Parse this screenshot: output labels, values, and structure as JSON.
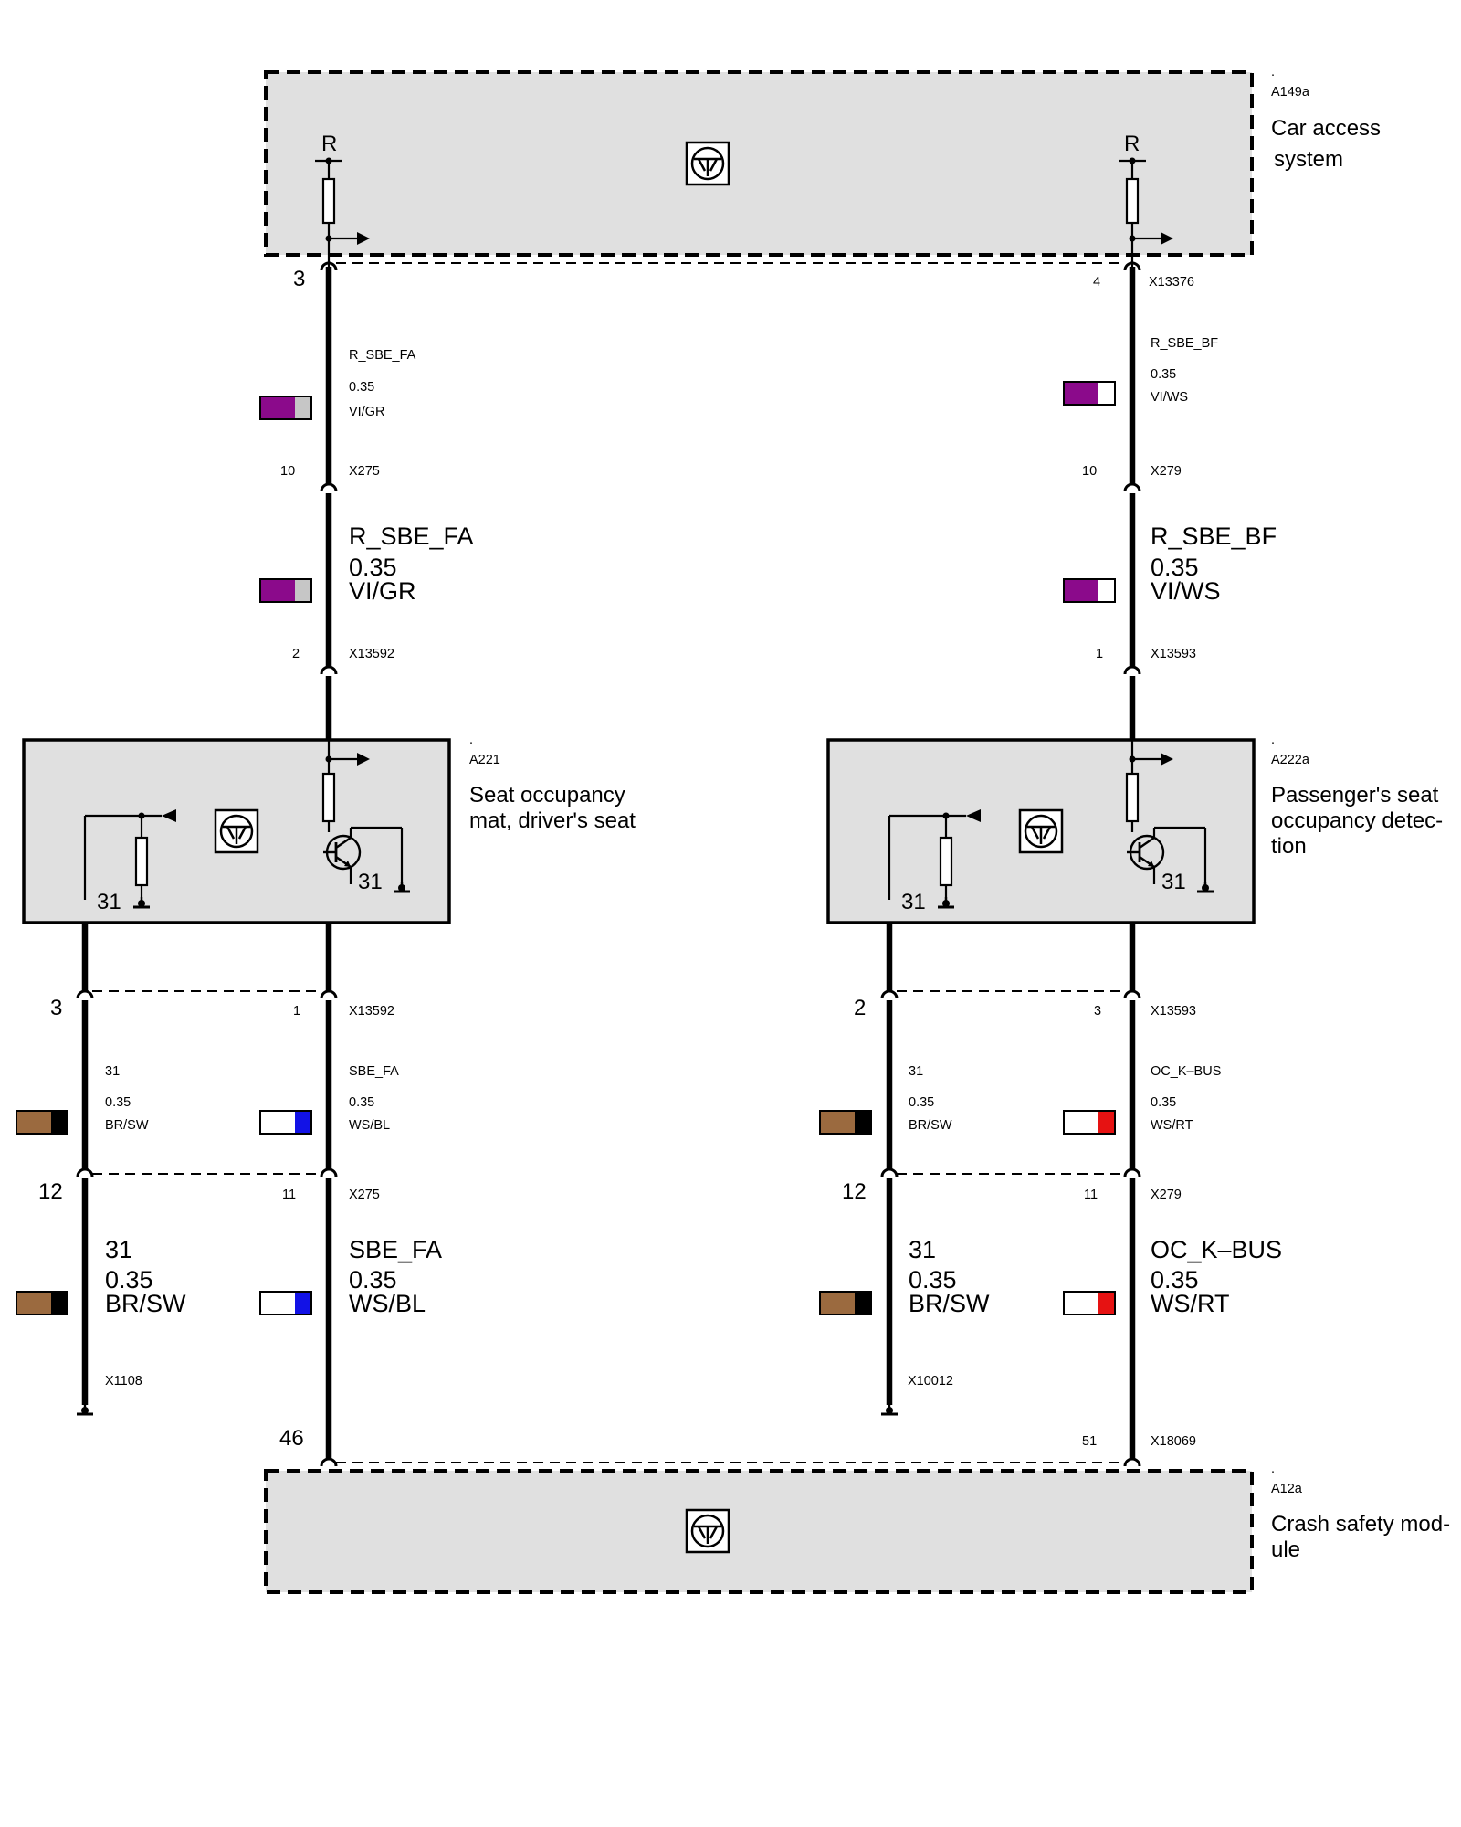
{
  "colors": {
    "violet": "#8b0a8b",
    "grey": "#c6c6c6",
    "white": "#ffffff",
    "brown": "#9b6a3f",
    "black": "#000000",
    "blue": "#1212e6",
    "red": "#e61212",
    "module_fill": "#e0e0e0"
  },
  "modules": {
    "cas": {
      "dot": ".",
      "id": "A149a",
      "name_line1": "Car access",
      "name_line2": "system",
      "pin_label_left": "R",
      "pin_label_right": "R"
    },
    "driver_seat": {
      "dot": ".",
      "id": "A221",
      "name_line1": "Seat occupancy",
      "name_line2": "mat, driver's seat",
      "ground_left": "31",
      "ground_right": "31"
    },
    "passenger_seat": {
      "dot": ".",
      "id": "A222a",
      "name_line1": "Passenger's seat",
      "name_line2": "occupancy detec-",
      "name_line3": "tion",
      "ground_left": "31",
      "ground_right": "31"
    },
    "crash": {
      "dot": ".",
      "id": "A12a",
      "name_line1": "Crash safety mod-",
      "name_line2": "ule"
    }
  },
  "connectors": {
    "x13376": {
      "id": "X13376",
      "pin_left": "3",
      "pin_right": "4"
    },
    "x275_top": {
      "id": "X275",
      "pin": "10"
    },
    "x279_top": {
      "id": "X279",
      "pin": "10"
    },
    "x13592_top": {
      "id": "X13592",
      "pin": "2"
    },
    "x13593_top": {
      "id": "X13593",
      "pin": "1"
    },
    "x13592_bot": {
      "id": "X13592",
      "pin_outer": "3",
      "pin_inner": "1"
    },
    "x13593_bot": {
      "id": "X13593",
      "pin_outer": "2",
      "pin_inner": "3"
    },
    "x275_bot": {
      "id": "X275",
      "pin_outer": "12",
      "pin_inner": "11"
    },
    "x279_bot": {
      "id": "X279",
      "pin_outer": "12",
      "pin_inner": "11"
    },
    "x1108": {
      "id": "X1108"
    },
    "x10012": {
      "id": "X10012"
    },
    "x18069": {
      "id": "X18069",
      "pin_left": "46",
      "pin_right": "51"
    }
  },
  "wires": {
    "w1": {
      "signal": "R_SBE_FA",
      "size": "0.35",
      "color": "VI/GR"
    },
    "w2": {
      "signal": "R_SBE_BF",
      "size": "0.35",
      "color": "VI/WS"
    },
    "w3": {
      "signal": "R_SBE_FA",
      "size": "0.35",
      "color": "VI/GR"
    },
    "w4": {
      "signal": "R_SBE_BF",
      "size": "0.35",
      "color": "VI/WS"
    },
    "w5": {
      "signal": "31",
      "size": "0.35",
      "color": "BR/SW"
    },
    "w6": {
      "signal": "SBE_FA",
      "size": "0.35",
      "color": "WS/BL"
    },
    "w7": {
      "signal": "31",
      "size": "0.35",
      "color": "BR/SW"
    },
    "w8": {
      "signal": "OC_K–BUS",
      "size": "0.35",
      "color": "WS/RT"
    },
    "w9": {
      "signal": "31",
      "size": "0.35",
      "color": "BR/SW"
    },
    "w10": {
      "signal": "SBE_FA",
      "size": "0.35",
      "color": "WS/BL"
    },
    "w11": {
      "signal": "31",
      "size": "0.35",
      "color": "BR/SW"
    },
    "w12": {
      "signal": "OC_K–BUS",
      "size": "0.35",
      "color": "WS/RT"
    }
  }
}
